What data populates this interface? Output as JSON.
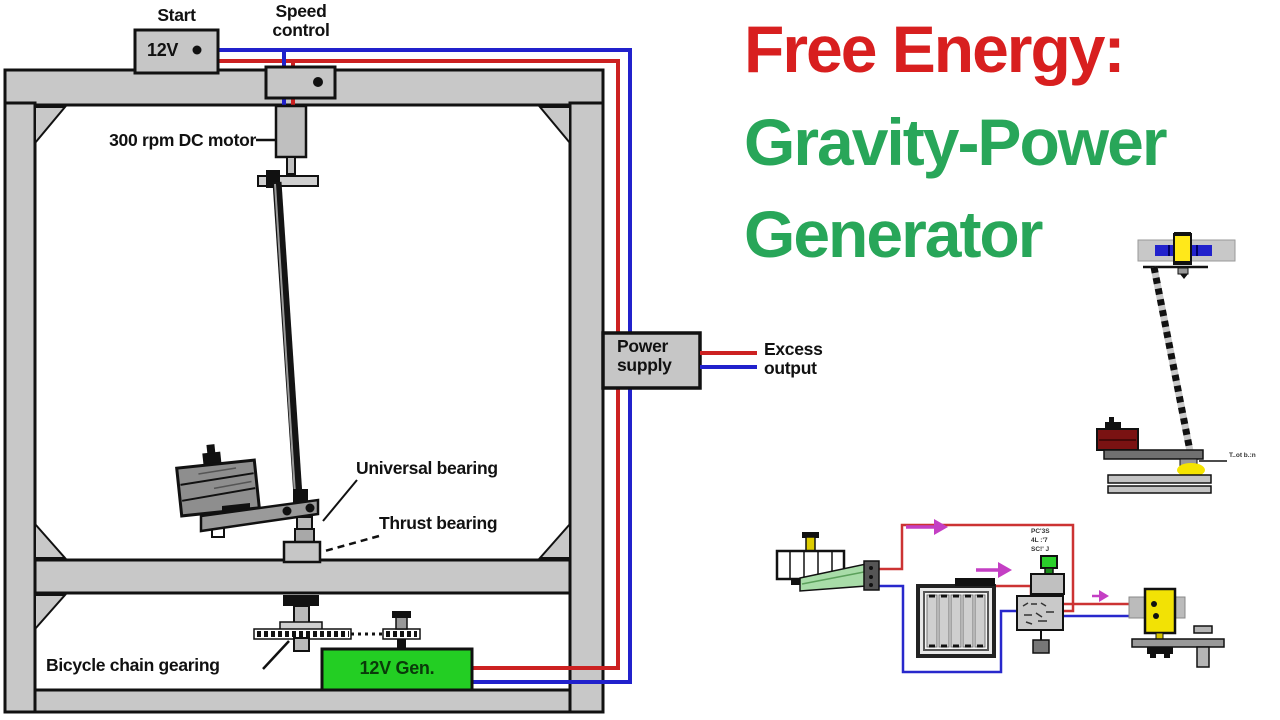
{
  "title": {
    "line1": {
      "text": "Free Energy:",
      "color": "#d81f1f"
    },
    "line2": {
      "text": "Gravity-Power",
      "color": "#28a659"
    },
    "line3": {
      "text": "Generator",
      "color": "#28a659"
    }
  },
  "machine": {
    "start_label": "Start",
    "start_battery": "12V",
    "speed_control_label": "Speed control",
    "motor_label": "300 rpm DC motor",
    "universal_bearing_label": "Universal bearing",
    "thrust_bearing_label": "Thrust bearing",
    "chain_label": "Bicycle chain gearing",
    "generator_label": "12V Gen.",
    "power_supply_label": "Power supply",
    "excess_output_label": "Excess output"
  },
  "mini_photo": {
    "bearing_note": "T..ot b.:n"
  },
  "schematic": {
    "note1": "PC'3S",
    "note2": "4L :'7",
    "note3": "SC!' J"
  },
  "colors": {
    "frame_gray": "#c8c8c8",
    "wire_red": "#cc2121",
    "wire_blue": "#2121cc",
    "generator_green": "#23ce23",
    "arrow_magenta": "#c43fc4",
    "weight_maroon": "#7a1212",
    "motor_yellow": "#f2e205"
  }
}
